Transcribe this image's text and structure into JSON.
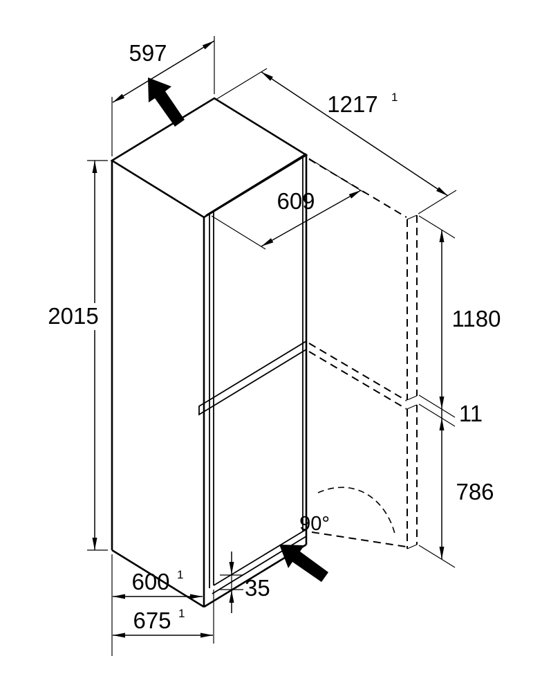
{
  "diagram": {
    "kind": "appliance-installation-dimension-drawing",
    "dimensions": {
      "width": "597",
      "depth_door_open": "1217",
      "depth_door_open_note": "1",
      "door_width": "609",
      "height": "2015",
      "upper_door_height": "1180",
      "door_gap": "11",
      "lower_door_height": "786",
      "door_opening_angle": "90°",
      "body_depth": "600",
      "body_depth_note": "1",
      "total_depth": "675",
      "total_depth_note": "1",
      "door_floor_clearance": "35"
    },
    "colors": {
      "line": "#000000",
      "background": "#ffffff"
    }
  }
}
